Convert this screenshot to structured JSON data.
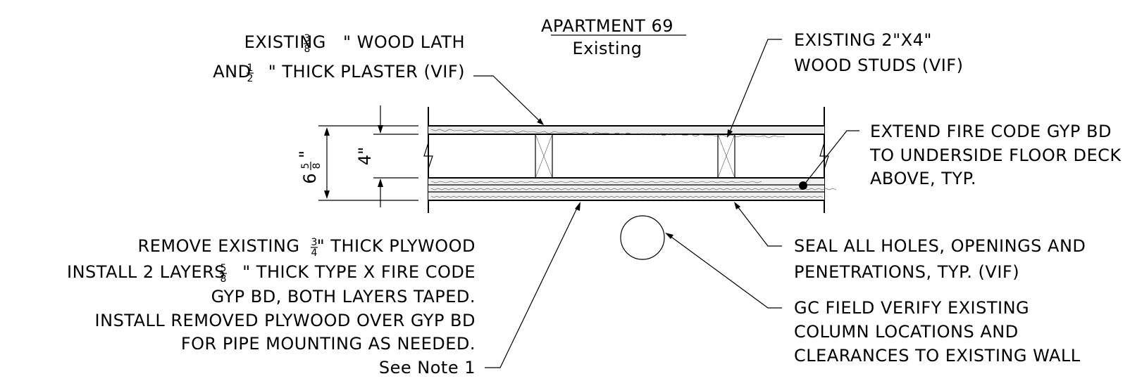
{
  "title": {
    "main": "APARTMENT 69",
    "sub": "Existing"
  },
  "callouts": {
    "lath": {
      "line1_a": "EXISTING ",
      "line1_frac_num": "3",
      "line1_frac_den": "8",
      "line1_b": "\" WOOD LATH",
      "line2_a": "AND ",
      "line2_frac_num": "1",
      "line2_frac_den": "2",
      "line2_b": "\" THICK PLASTER (VIF)"
    },
    "studs": {
      "line1": "EXISTING 2\"X4\"",
      "line2": "WOOD STUDS (VIF)"
    },
    "extend": {
      "line1": "EXTEND FIRE CODE GYP BD",
      "line2": "TO UNDERSIDE FLOOR DECK",
      "line3": "ABOVE, TYP."
    },
    "remove": {
      "line1_a": "REMOVE EXISTING ",
      "line1_frac_num": "3",
      "line1_frac_den": "4",
      "line1_b": "\" THICK PLYWOOD",
      "line2_a": "INSTALL 2 LAYERS ",
      "line2_frac_num": "5",
      "line2_frac_den": "8",
      "line2_b": "\" THICK TYPE X FIRE CODE",
      "line3": "GYP BD, BOTH LAYERS TAPED.",
      "line4": "INSTALL REMOVED PLYWOOD OVER GYP BD",
      "line5": "FOR PIPE MOUNTING AS NEEDED.",
      "line6": "See Note 1"
    },
    "seal": {
      "line1": "SEAL ALL HOLES, OPENINGS AND",
      "line2": "PENETRATIONS, TYP. (VIF)"
    },
    "gc": {
      "line1": "GC FIELD VERIFY EXISTING",
      "line2": "COLUMN LOCATIONS AND",
      "line3": "CLEARANCES TO EXISTING WALL"
    }
  },
  "dimensions": {
    "overall_whole": "6",
    "overall_num": "5",
    "overall_den": "8",
    "overall_unit": "\"",
    "stud_depth": "4\""
  }
}
